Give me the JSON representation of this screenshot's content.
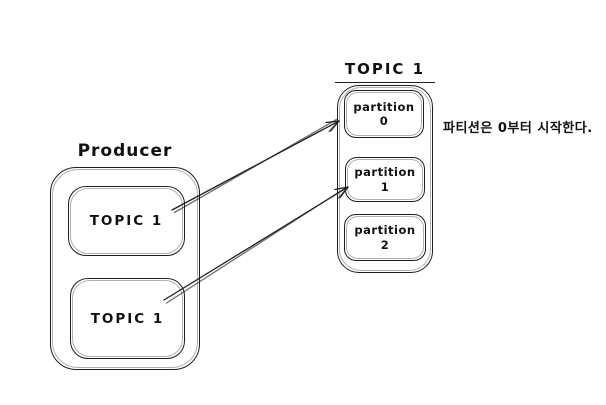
{
  "colors": {
    "background": "#ffffff",
    "stroke": "#1e1e1e",
    "text": "#111111"
  },
  "producer": {
    "title": "Producer",
    "topics": [
      {
        "label": "TOPIC 1"
      },
      {
        "label": "TOPIC 1"
      }
    ]
  },
  "topic_group": {
    "title": "TOPIC 1",
    "partitions": [
      {
        "line1": "partition",
        "line2": "0"
      },
      {
        "line1": "partition",
        "line2": "1"
      },
      {
        "line1": "partition",
        "line2": "2"
      }
    ]
  },
  "annotation": "파티션은 0부터 시작한다.",
  "arrows": [
    {
      "from": "producer-topic-1",
      "to": "partition-0"
    },
    {
      "from": "producer-topic-2",
      "to": "partition-1"
    }
  ]
}
